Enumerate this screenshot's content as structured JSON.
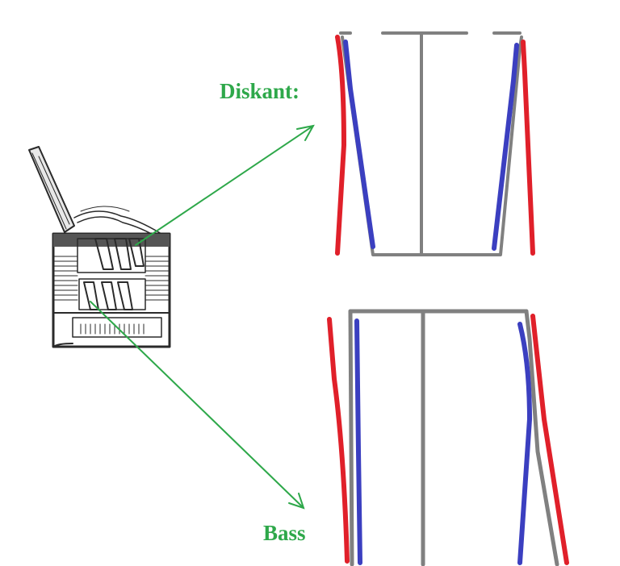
{
  "labels": {
    "diskant": "Diskant:",
    "bass": "Bass"
  },
  "colors": {
    "arrow": "#2ea84a",
    "outer_line": "#e0202a",
    "inner_line": "#3b3fc0",
    "frame": "#808080",
    "device": "#2a2a2a"
  },
  "icons": {
    "device": "accordion-reed-block-drawing"
  }
}
